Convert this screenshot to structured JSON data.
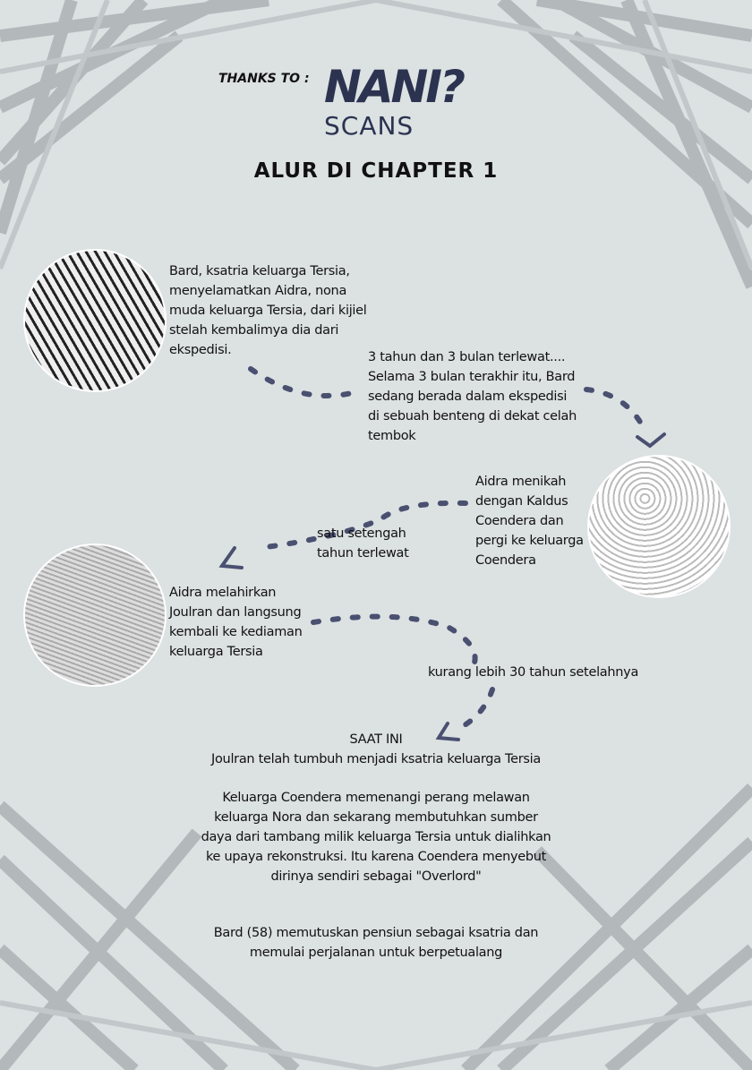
{
  "header": {
    "thanks": "THANKS TO :",
    "logo_top": "NANI?",
    "logo_bottom": "SCANS",
    "title": "ALUR DI CHAPTER 1"
  },
  "colors": {
    "background": "#dce1e2",
    "dots": "#4a5070",
    "logo": "#2b3350"
  },
  "timeline": [
    {
      "text": "Bard, ksatria keluarga Tersia,\nmenyelamatkan Aidra, nona\nmuda keluarga Tersia, dari kijiel\nstelah kembalimya dia dari\nekspedisi."
    },
    {
      "text": "3 tahun dan 3 bulan terlewat....\nSelama 3 bulan terakhir itu, Bard\nsedang berada dalam ekspedisi\ndi sebuah benteng di dekat celah\ntembok"
    },
    {
      "text": "Aidra menikah\ndengan Kaldus\nCoendera dan\npergi ke keluarga\nCoendera"
    },
    {
      "text": "satu setengah\ntahun terlewat"
    },
    {
      "text": "Aidra melahirkan\nJoulran dan langsung\nkembali ke kediaman\nkeluarga Tersia"
    },
    {
      "text": "kurang lebih 30 tahun setelahnya"
    }
  ],
  "present": {
    "heading": "SAAT INI",
    "line1": "Joulran telah tumbuh menjadi ksatria keluarga Tersia",
    "para2": "Keluarga Coendera memenangi perang melawan\nkeluarga Nora dan sekarang membutuhkan sumber\ndaya dari tambang milik keluarga Tersia untuk dialihkan\nke upaya rekonstruksi. Itu karena Coendera menyebut\ndirinya sendiri sebagai \"Overlord\"",
    "para3": "Bard (58) memutuskan pensiun sebagai ksatria dan\nmemulai perjalanan untuk berpetualang"
  }
}
